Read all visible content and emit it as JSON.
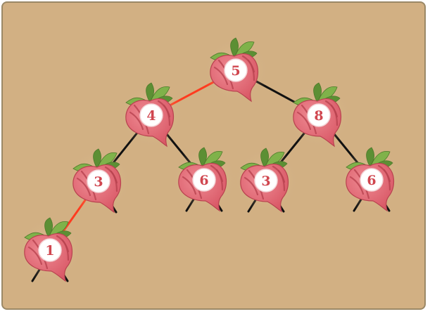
{
  "colors": {
    "background": "#d2b083",
    "border": "#9b8866",
    "edge": "#111111",
    "highlight_edge": "#ff3b1f",
    "beet_body": "#e26a74",
    "beet_stripe": "#b8424f",
    "leaf": "#7fb24a",
    "leaf_dark": "#5c8f34",
    "badge": "#ffffff",
    "badge_text": "#d0464f"
  },
  "tree": {
    "nodes": [
      {
        "id": "n5_root",
        "value": "5",
        "depth": 0,
        "order": 0,
        "icon": "beet-icon"
      },
      {
        "id": "n4",
        "value": "4",
        "depth": 1,
        "order": 0,
        "icon": "beet-icon"
      },
      {
        "id": "n8",
        "value": "8",
        "depth": 1,
        "order": 1,
        "icon": "beet-icon"
      },
      {
        "id": "n3_left",
        "value": "3",
        "depth": 2,
        "order": 0,
        "icon": "beet-icon"
      },
      {
        "id": "n6_left",
        "value": "6",
        "depth": 2,
        "order": 1,
        "icon": "beet-icon"
      },
      {
        "id": "n3_right",
        "value": "3",
        "depth": 2,
        "order": 2,
        "icon": "beet-icon"
      },
      {
        "id": "n6_right",
        "value": "6",
        "depth": 2,
        "order": 3,
        "icon": "beet-icon"
      },
      {
        "id": "n1",
        "value": "1",
        "depth": 3,
        "order": 0,
        "icon": "beet-icon"
      }
    ],
    "edges": [
      {
        "from": "n5_root",
        "to": "n4",
        "highlighted": true
      },
      {
        "from": "n5_root",
        "to": "n8",
        "highlighted": false
      },
      {
        "from": "n4",
        "to": "n3_left",
        "highlighted": false
      },
      {
        "from": "n4",
        "to": "n6_left",
        "highlighted": false
      },
      {
        "from": "n8",
        "to": "n3_right",
        "highlighted": false
      },
      {
        "from": "n8",
        "to": "n6_right",
        "highlighted": false
      },
      {
        "from": "n3_left",
        "to": "n1",
        "highlighted": true
      }
    ],
    "empty_child_stubs": [
      {
        "node": "n3_left",
        "side": "right"
      },
      {
        "node": "n6_left",
        "side": "left"
      },
      {
        "node": "n6_left",
        "side": "right"
      },
      {
        "node": "n3_right",
        "side": "left"
      },
      {
        "node": "n3_right",
        "side": "right"
      },
      {
        "node": "n6_right",
        "side": "left"
      },
      {
        "node": "n6_right",
        "side": "right"
      },
      {
        "node": "n1",
        "side": "left"
      },
      {
        "node": "n1",
        "side": "right"
      }
    ]
  }
}
